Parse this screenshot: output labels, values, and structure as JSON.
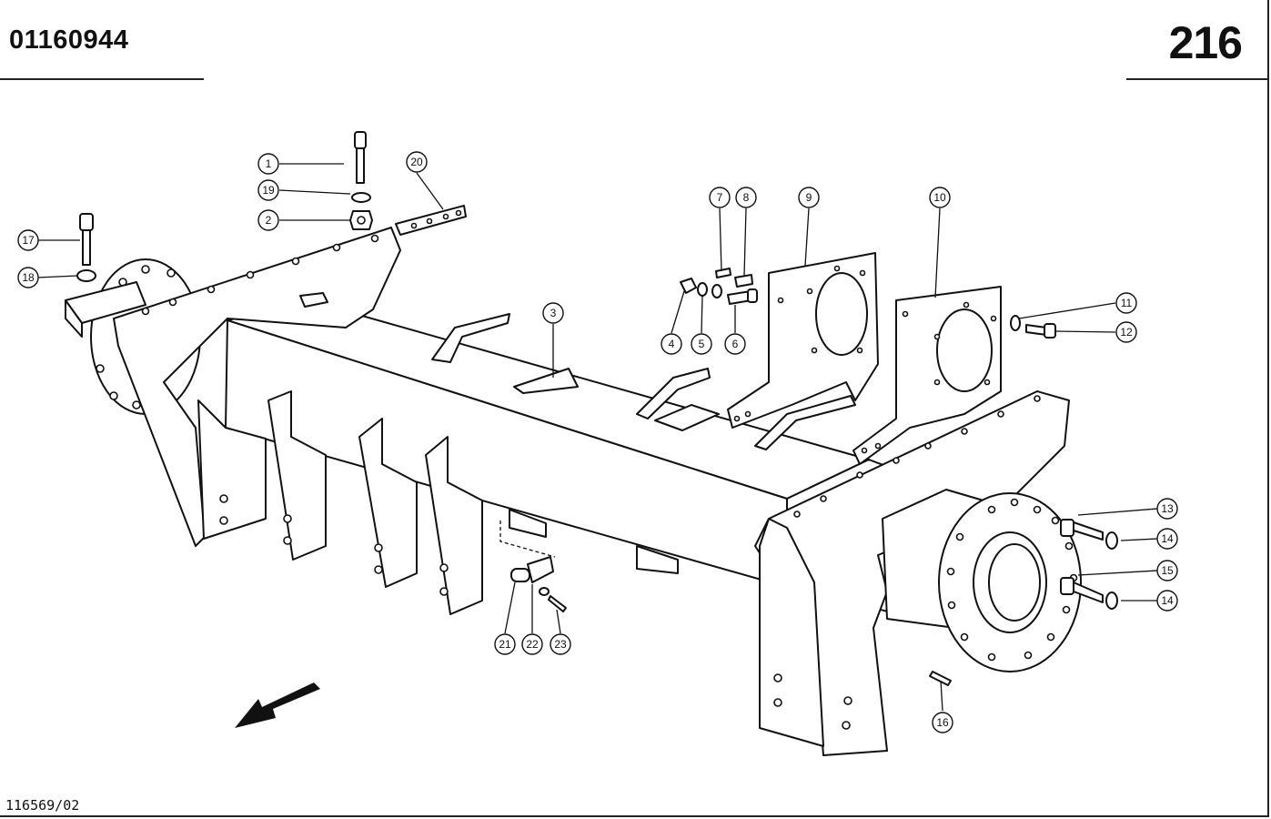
{
  "header": {
    "part_number": "01160944",
    "page_number": "216"
  },
  "footer": {
    "drawing_ref": "116569/02"
  },
  "callouts": [
    "1",
    "2",
    "3",
    "4",
    "5",
    "6",
    "7",
    "8",
    "9",
    "10",
    "11",
    "12",
    "13",
    "14",
    "15",
    "14",
    "16",
    "17",
    "18",
    "19",
    "20",
    "21",
    "22",
    "23"
  ],
  "icons": {
    "direction": "arrow-icon"
  }
}
